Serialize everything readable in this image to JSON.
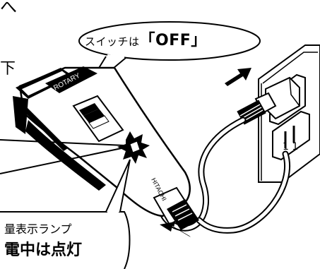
{
  "callouts": {
    "switch_prefix": "スイッチは",
    "switch_value": "「OFF」",
    "lamp_label": "量表示ランプ",
    "charging_label": "電中は点灯"
  },
  "product": {
    "brand_top": "ROTARY",
    "brand_side": "HITACHI"
  },
  "outlet": {
    "receptacle_label": "1 1"
  },
  "edge_glyphs": {
    "top_left": "へ",
    "mid_left": "下"
  }
}
